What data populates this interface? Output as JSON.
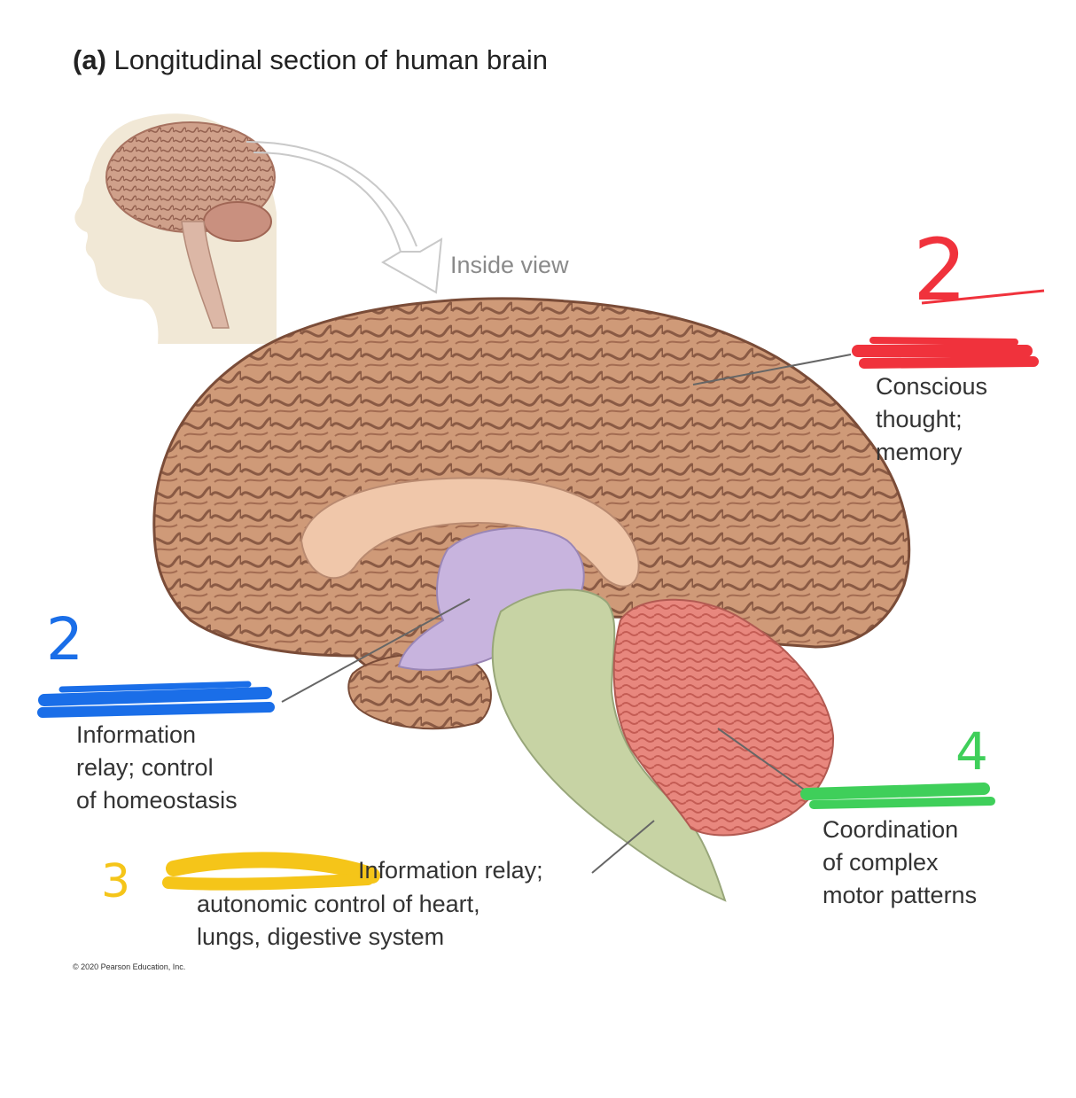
{
  "title": {
    "letter": "(a)",
    "text": "Longitudinal section of human brain"
  },
  "inset_label": "Inside view",
  "labels": {
    "cerebrum": "Conscious\nthought;\nmemory",
    "thalamus": "Information\nrelay; control\nof homeostasis",
    "brainstem_line1": "Information relay;",
    "brainstem_line2": "autonomic control of heart,\nlungs, digestive system",
    "cerebellum": "Coordination\nof complex\nmotor patterns"
  },
  "handwritten_numbers": {
    "red": "2",
    "blue": "2",
    "yellow": "3",
    "green": "4"
  },
  "colors": {
    "red_marker": "#f0323c",
    "blue_marker": "#1a6ee8",
    "yellow_marker": "#f5c519",
    "green_marker": "#3fcf5a",
    "thalamus_region": "#c8b4de",
    "brainstem_region": "#c7d3a4",
    "cerebellum_region": "#e8877e",
    "cortex": "#cf9a78"
  },
  "copyright": "© 2020 Pearson Education, Inc."
}
